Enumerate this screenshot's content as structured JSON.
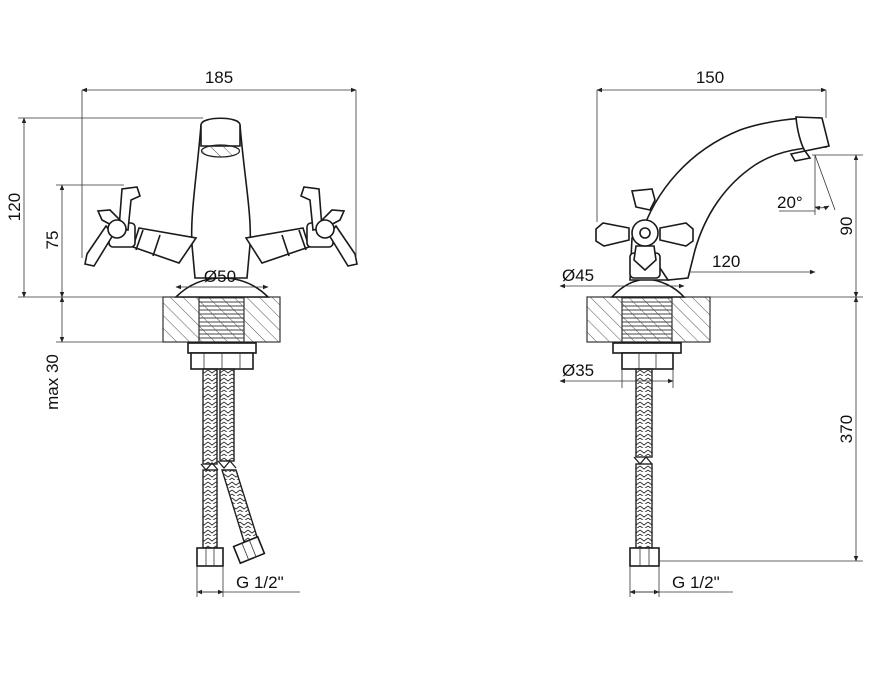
{
  "front_view": {
    "dims": {
      "width": "185",
      "height": "120",
      "handle_height": "75",
      "base_diameter": "Ø50",
      "max_thickness": "max 30",
      "thread": "G 1/2\""
    }
  },
  "side_view": {
    "dims": {
      "width": "150",
      "spout_height": "90",
      "spout_angle": "20°",
      "spout_reach": "120",
      "base_diameter": "Ø45",
      "shank_diameter": "Ø35",
      "hose_length": "370",
      "thread": "G 1/2\""
    }
  }
}
